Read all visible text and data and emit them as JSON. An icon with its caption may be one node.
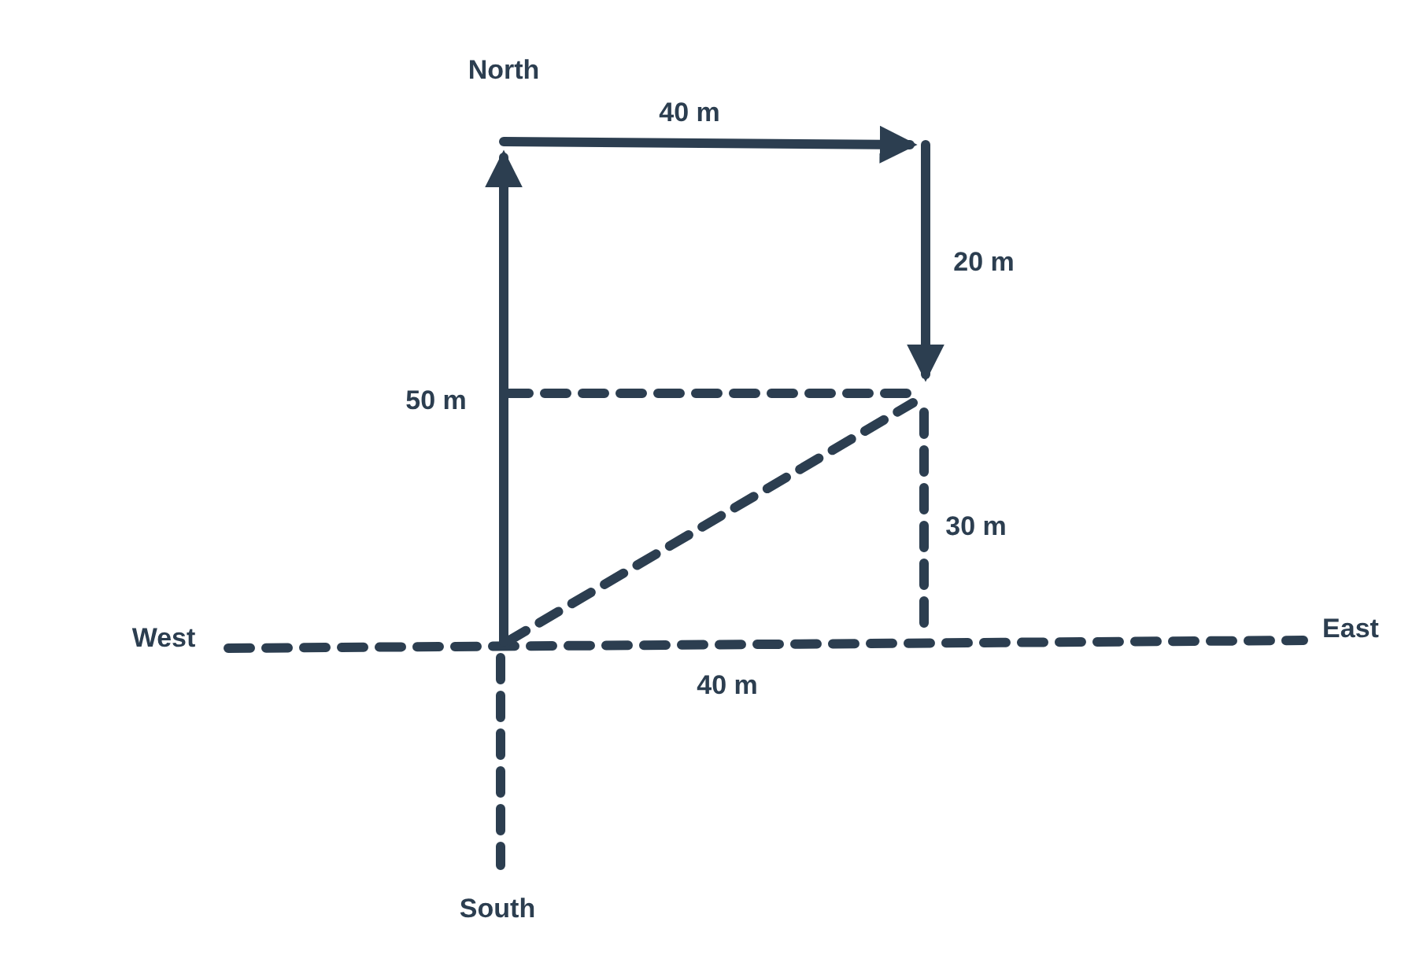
{
  "diagram": {
    "labels": [
      "North",
      "40 m",
      "20 m",
      "50 m",
      "30 m",
      "East",
      "West",
      "40 m",
      "South"
    ]
  }
}
